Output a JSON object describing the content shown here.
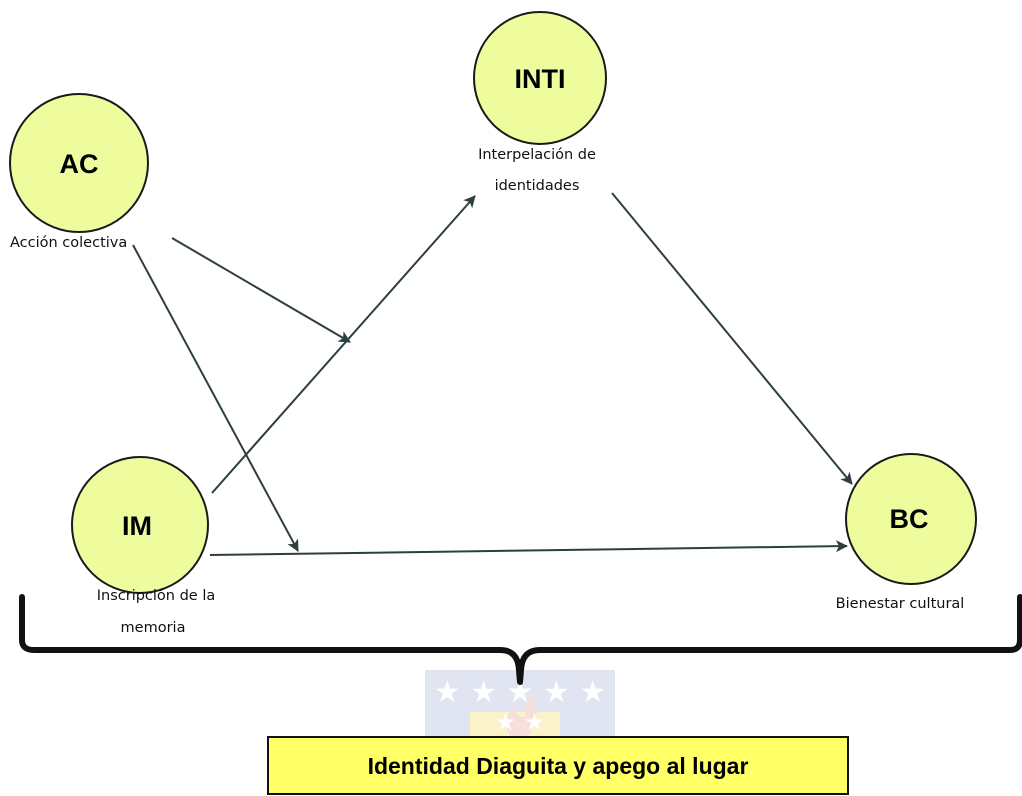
{
  "nodes": {
    "ac": {
      "abbr": "AC",
      "desc": [
        "Acción colectiva"
      ]
    },
    "inti": {
      "abbr": "INTI",
      "desc": [
        "Interpelación de",
        "identidades"
      ]
    },
    "im": {
      "abbr": "IM",
      "desc": [
        "Inscripción de la",
        "memoria"
      ]
    },
    "bc": {
      "abbr": "BC",
      "desc": [
        "Bienestar cultural"
      ]
    }
  },
  "banner": {
    "label": "Identidad Diaguita y apego al lugar"
  },
  "colors": {
    "node_fill": "#eefc9e",
    "node_stroke": "#1a1a1a",
    "arrow": "#2d3f3f",
    "brace": "#111111",
    "banner_fill": "#ffff66",
    "watermark_blue": "#c9cfe6",
    "watermark_red": "#f1c8c0",
    "watermark_yellow": "#f6ea9e"
  },
  "icons": {
    "watermark": "university-crest-watermark",
    "brace": "curly-brace"
  }
}
